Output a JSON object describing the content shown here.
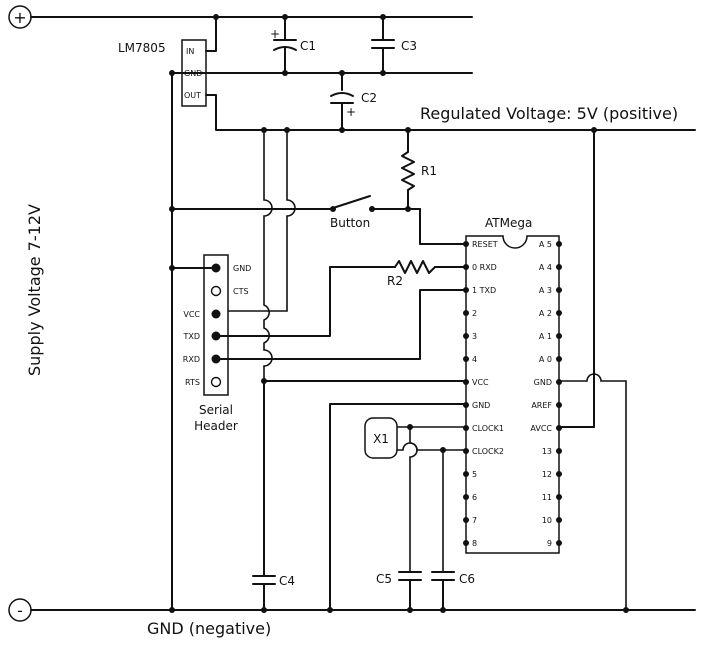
{
  "rails": {
    "positive_symbol": "+",
    "negative_symbol": "-",
    "regulated_label": "Regulated Voltage: 5V (positive)",
    "ground_label": "GND (negative)",
    "supply_label": "Supply Voltage 7-12V"
  },
  "regulator": {
    "name": "LM7805",
    "pins": [
      "IN",
      "GND",
      "OUT"
    ]
  },
  "components": {
    "c1": "C1",
    "c2": "C2",
    "c3": "C3",
    "c4": "C4",
    "c5": "C5",
    "c6": "C6",
    "r1": "R1",
    "r2": "R2",
    "x1": "X1",
    "button": "Button",
    "polarity_plus": "+"
  },
  "serial_header": {
    "title_line1": "Serial",
    "title_line2": "Header",
    "pins_right": [
      "GND",
      "CTS"
    ],
    "pins_left": [
      "VCC",
      "TXD",
      "RXD",
      "RTS"
    ]
  },
  "atmega": {
    "name": "ATMega",
    "left_pins": [
      "RESET",
      "0 RXD",
      "1 TXD",
      "2",
      "3",
      "4",
      "VCC",
      "GND",
      "CLOCK1",
      "CLOCK2",
      "5",
      "6",
      "7",
      "8"
    ],
    "right_pins": [
      "A 5",
      "A 4",
      "A 3",
      "A 2",
      "A 1",
      "A 0",
      "GND",
      "AREF",
      "AVCC",
      "13",
      "12",
      "11",
      "10",
      "9"
    ]
  }
}
